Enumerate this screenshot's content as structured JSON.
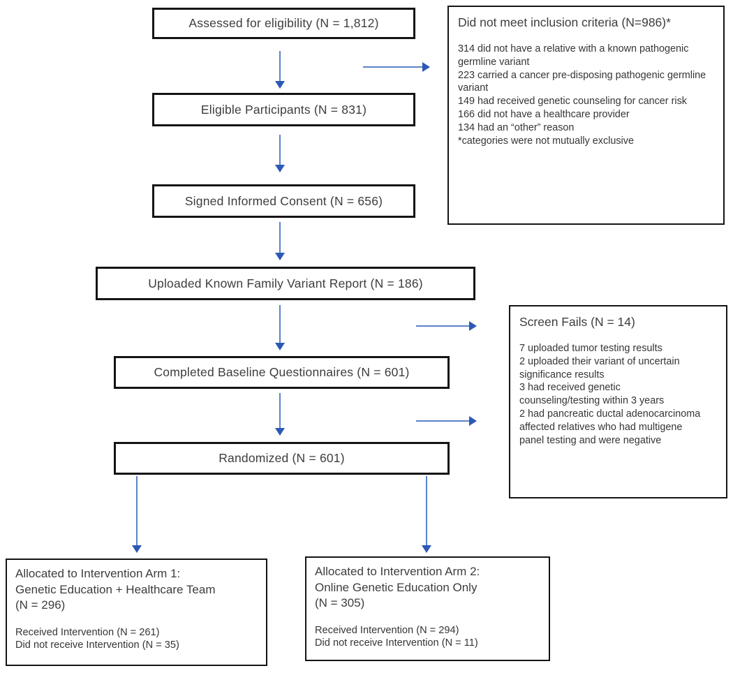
{
  "diagram": {
    "arrow_color": "#4472C4",
    "boxes": {
      "assessed": {
        "label": "Assessed for eligibility (N = 1,812)"
      },
      "exclusion": {
        "title": "Did not meet inclusion criteria (N=986)*",
        "items": [
          "314 did not have a relative with a known pathogenic germline variant",
          "223 carried a cancer pre-disposing pathogenic germline variant",
          "149 had received genetic counseling for cancer risk",
          "166 did not have a healthcare provider",
          "134 had an “other” reason",
          "*categories were not mutually exclusive"
        ]
      },
      "eligible": {
        "label": "Eligible Participants (N = 831)"
      },
      "signed": {
        "label": "Signed Informed Consent (N = 656)"
      },
      "uploaded": {
        "label": "Uploaded Known Family Variant Report (N = 186)"
      },
      "screen_fails": {
        "title": "Screen Fails (N = 14)",
        "items": [
          "7 uploaded tumor testing results",
          "2 uploaded their variant of uncertain significance results",
          "3 had received genetic counseling/testing within 3 years",
          "2 had pancreatic ductal adenocarcinoma affected relatives who had multigene panel testing and were negative"
        ]
      },
      "completed": {
        "label": "Completed Baseline Questionnaires (N = 601)"
      },
      "randomized": {
        "label": "Randomized (N = 601)"
      },
      "arm1": {
        "title_lines": [
          "Allocated to Intervention Arm 1:",
          "Genetic Education + Healthcare Team",
          "(N = 296)"
        ],
        "details": [
          "Received Intervention (N = 261)",
          "Did not receive Intervention (N = 35)"
        ]
      },
      "arm2": {
        "title_lines": [
          "Allocated to Intervention Arm 2:",
          "Online Genetic Education Only",
          "(N = 305)"
        ],
        "details": [
          "Received Intervention (N = 294)",
          "Did not receive Intervention (N = 11)"
        ]
      }
    }
  }
}
